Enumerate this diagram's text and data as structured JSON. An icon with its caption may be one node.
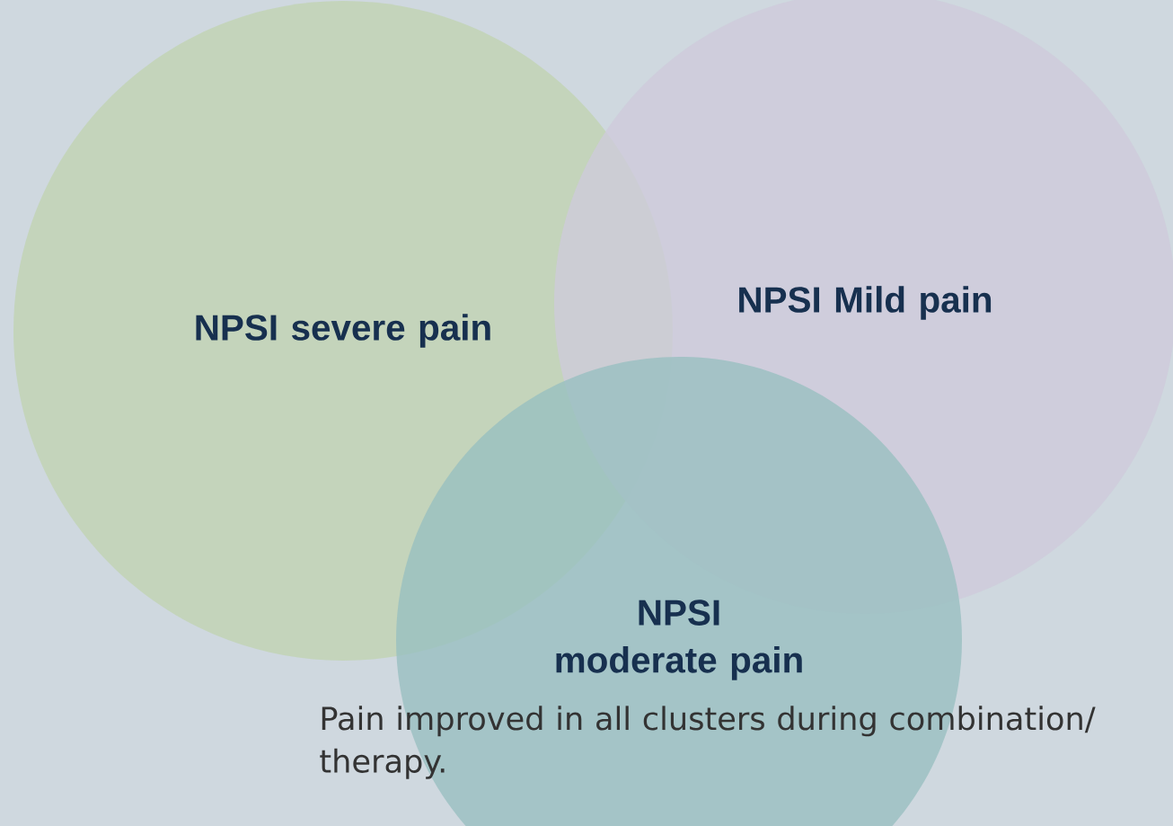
{
  "diagram": {
    "caption": "Pain improved in all clusters during combination/ therapy.",
    "nodes": [
      {
        "text": [
          "NPSI severe pain"
        ]
      },
      {
        "text": [
          "NPSI Mild pain"
        ]
      },
      {
        "text": [
          "NPSI moderate pain"
        ]
      }
    ],
    "edges": []
  }
}
